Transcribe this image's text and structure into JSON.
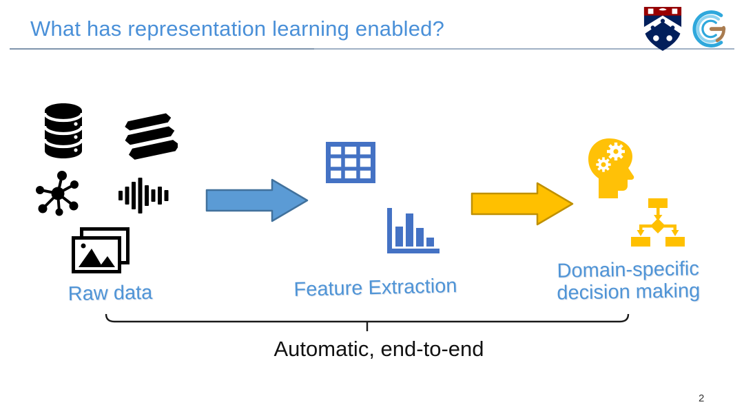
{
  "slide": {
    "title": "What has representation learning enabled?",
    "page_number": "2"
  },
  "stages": {
    "raw_data": {
      "label": "Raw data"
    },
    "feature_extraction": {
      "label": "Feature Extraction"
    },
    "decision_making": {
      "label": "Domain-specific decision making"
    }
  },
  "annotation": {
    "label": "Automatic, end-to-end"
  },
  "icons": {
    "raw_data": [
      "database-icon",
      "books-icon",
      "network-graph-icon",
      "audio-waveform-icon",
      "photos-icon"
    ],
    "feature_extraction": [
      "table-icon",
      "bar-chart-icon"
    ],
    "decision_making": [
      "head-with-gears-icon",
      "flowchart-icon"
    ],
    "arrows": [
      "right-arrow-blue",
      "right-arrow-yellow"
    ],
    "logos": [
      "penn-shield-logo",
      "grasp-lab-logo"
    ],
    "brace": "horizontal-brace"
  },
  "colors": {
    "title_blue": "#4a90d8",
    "label_blue": "#4f94d6",
    "icon_blue": "#4472c4",
    "arrow_blue_fill": "#5b9bd5",
    "arrow_blue_border": "#41719c",
    "arrow_yellow_fill": "#ffc000",
    "arrow_yellow_border": "#bf9000",
    "icon_yellow": "#ffc107",
    "icon_black": "#000000",
    "annotation_black": "#111111"
  }
}
